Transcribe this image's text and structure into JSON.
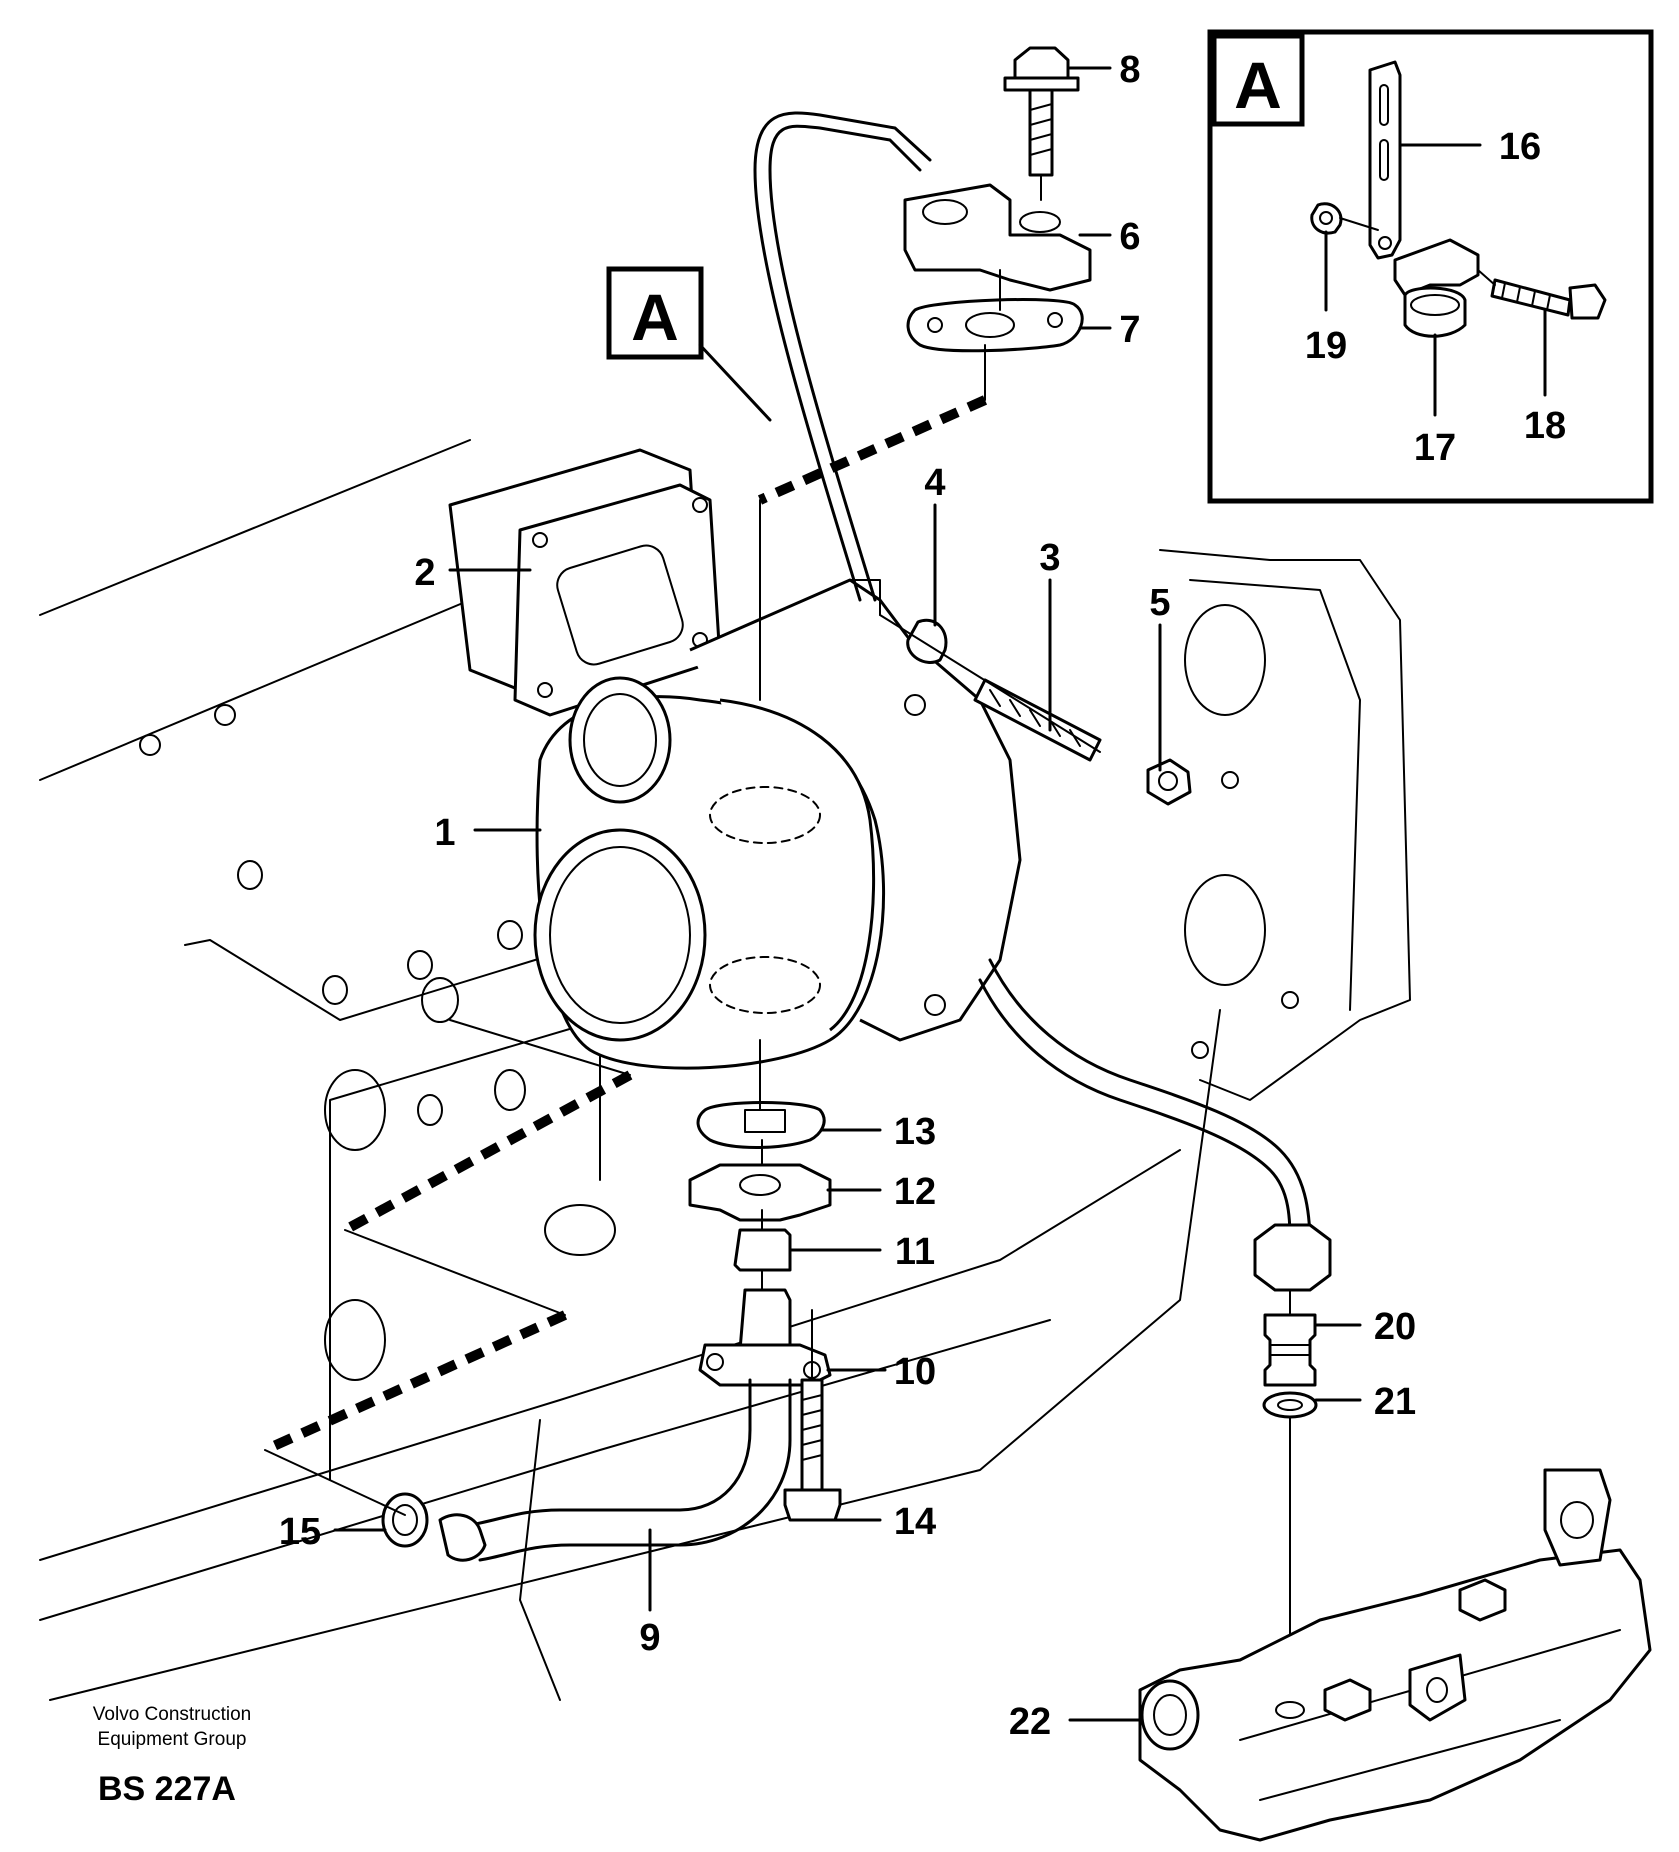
{
  "callouts": [
    "1",
    "2",
    "3",
    "4",
    "5",
    "6",
    "7",
    "8",
    "9",
    "10",
    "11",
    "12",
    "13",
    "14",
    "15",
    "16",
    "17",
    "18",
    "19",
    "20",
    "21",
    "22"
  ],
  "detail_marker": "A",
  "inset_label": "A",
  "footer": {
    "company_line1": "Volvo Construction",
    "company_line2": "Equipment Group",
    "drawing_code": "BS 227A"
  }
}
